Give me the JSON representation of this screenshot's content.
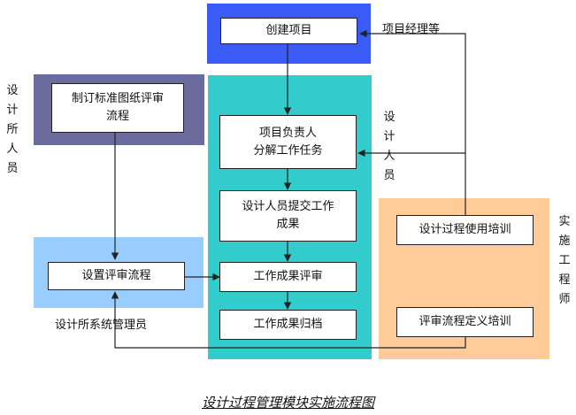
{
  "caption": "设计过程管理模块实施流程图",
  "colors": {
    "top_panel": "#3a5bf5",
    "left_panel": "#6b6b9e",
    "center_panel": "#33cccc",
    "admin_panel": "#99ccff",
    "right_panel": "#ffcc99",
    "line": "#222222"
  },
  "nodes": {
    "create_project": "创建项目",
    "standard_review_l1": "制订标准图纸评审",
    "standard_review_l2": "流程",
    "decompose_l1": "项目负责人",
    "decompose_l2": "分解工作任务",
    "submit_l1": "设计人员提交工作",
    "submit_l2": "成果",
    "setup_review": "设置评审流程",
    "result_review": "工作成果评审",
    "result_archive": "工作成果归档",
    "usage_training": "设计过程使用培训",
    "review_training": "评审流程定义培训"
  },
  "labels": {
    "project_manager": "项目经理等",
    "designers_left": "设计所人员",
    "designers_mid": "设计人员",
    "implementation_engineer": "实施工程师",
    "system_admin": "设计所系统管理员"
  }
}
